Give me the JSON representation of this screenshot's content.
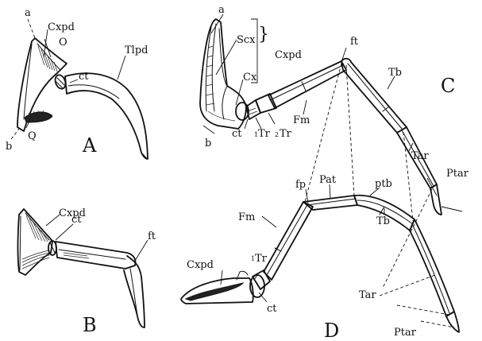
{
  "panels": {
    "A": {
      "letter": "A",
      "labels": {
        "a": "a",
        "cxpd": "Cxpd",
        "o": "O",
        "ct": "ct",
        "tlpd": "Tlpd",
        "b": "b",
        "q": "Q"
      }
    },
    "B": {
      "letter": "B",
      "labels": {
        "cxpd": "Cxpd",
        "ct": "ct",
        "ft": "ft"
      }
    },
    "C": {
      "letter": "C",
      "labels": {
        "a": "a",
        "scx": "Scx",
        "cxpd": "Cxpd",
        "cx": "Cx",
        "ft": "ft",
        "tb": "Tb",
        "fm": "Fm",
        "b": "b",
        "ct": "ct",
        "tr1_num": "1",
        "tr1": "Tr",
        "tr2_num": "2",
        "tr2": "Tr",
        "tar": "Tar",
        "ptar": "Ptar"
      }
    },
    "D": {
      "letter": "D",
      "labels": {
        "fp": "fp",
        "pat": "Pat",
        "ptb": "ptb",
        "fm": "Fm",
        "tb": "Tb",
        "cxpd": "Cxpd",
        "tr1_num": "1",
        "tr1": "Tr",
        "ct": "ct",
        "tar": "Tar",
        "ptar": "Ptar"
      }
    }
  }
}
